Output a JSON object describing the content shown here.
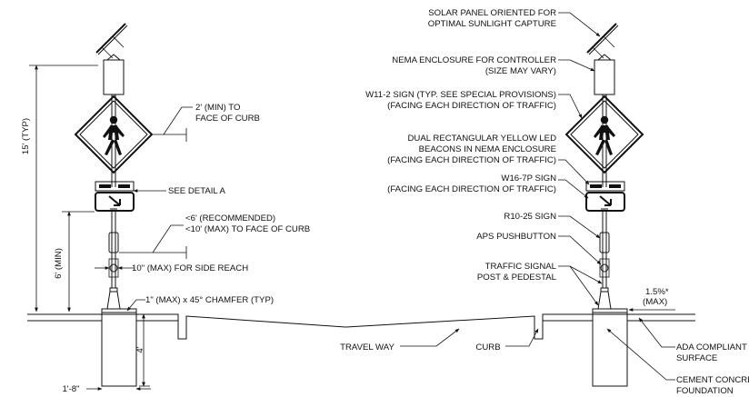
{
  "left_assembly": {
    "curb_offset_label": [
      "2' (MIN) TO",
      "FACE OF CURB"
    ],
    "detail_label": "SEE DETAIL A",
    "button_offset_label": [
      "<6' (RECOMMENDED)",
      "<10' (MAX) TO FACE OF CURB"
    ],
    "side_reach_label": "10\" (MAX) FOR SIDE REACH",
    "chamfer_label": "1\" (MAX) x 45° CHAMFER (TYP)",
    "height_total": "15' (TYP)",
    "height_min": "6' (MIN)",
    "foundation_depth": "4'",
    "foundation_width": "1'-8\""
  },
  "right_assembly": {
    "solar_label": [
      "SOLAR PANEL ORIENTED FOR",
      "OPTIMAL SUNLIGHT CAPTURE"
    ],
    "nema_label": [
      "NEMA ENCLOSURE FOR CONTROLLER",
      "(SIZE MAY VARY)"
    ],
    "w11_label": [
      "W11-2 SIGN (TYP. SEE SPECIAL PROVISIONS)",
      "(FACING EACH DIRECTION OF TRAFFIC)"
    ],
    "beacon_label": [
      "DUAL RECTANGULAR YELLOW LED",
      "BEACONS IN NEMA ENCLOSURE",
      "(FACING EACH DIRECTION OF TRAFFIC)"
    ],
    "w16_label": [
      "W16-7P SIGN",
      "(FACING EACH DIRECTION OF TRAFFIC)"
    ],
    "r10_label": "R10-25 SIGN",
    "aps_label": "APS PUSHBUTTON",
    "post_label": [
      "TRAFFIC SIGNAL",
      "POST & PEDESTAL"
    ],
    "slope_label": [
      "1.5%*",
      "(MAX)"
    ],
    "ada_label": [
      "ADA COMPLIANT",
      "SURFACE"
    ],
    "foundation_label": [
      "CEMENT CONCRETE",
      "FOUNDATION"
    ]
  },
  "ground": {
    "travel_way_label": "TRAVEL WAY",
    "curb_label": "CURB"
  }
}
